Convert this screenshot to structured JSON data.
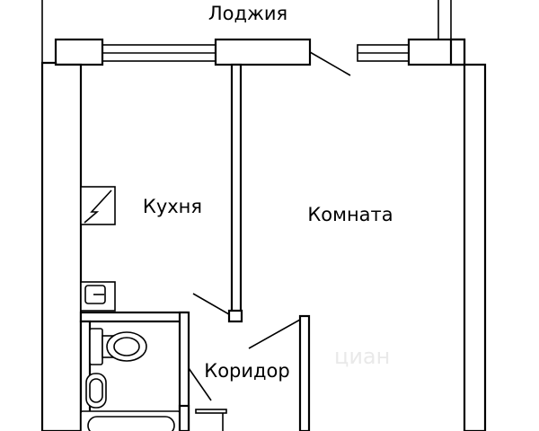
{
  "rooms": {
    "loggia": "Лоджия",
    "kitchen": "Кухня",
    "room": "Комната",
    "corridor": "Коридор"
  },
  "watermark": "циан"
}
